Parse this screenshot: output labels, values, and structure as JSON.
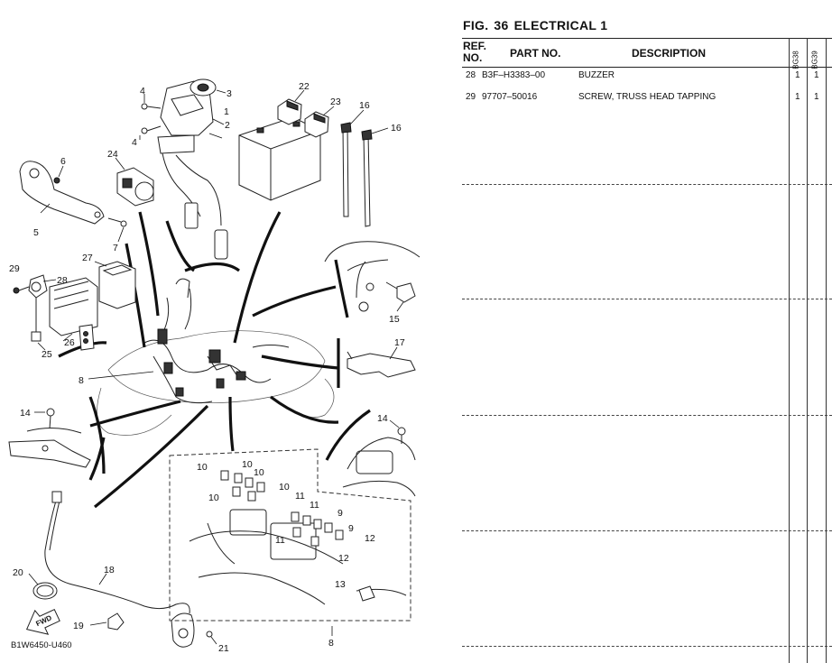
{
  "figure": {
    "label": "FIG.",
    "number": "36",
    "title": "ELECTRICAL 1",
    "drawing_code": "B1W6450-U460",
    "fwd_label": "FWD"
  },
  "table": {
    "headers": {
      "ref_line1": "REF.",
      "ref_line2": "NO.",
      "part_no": "PART NO.",
      "description": "DESCRIPTION",
      "model1": "BG38",
      "model2": "BG39"
    },
    "rows": [
      {
        "ref": "28",
        "part_no": "B3F–H3383–00",
        "description": "BUZZER",
        "qty1": "1",
        "qty2": "1"
      },
      {
        "ref": "29",
        "part_no": "97707–50016",
        "description": "SCREW, TRUSS HEAD TAPPING",
        "qty1": "1",
        "qty2": "1"
      }
    ]
  },
  "callouts": [
    "1",
    "2",
    "3",
    "4",
    "4",
    "5",
    "6",
    "7",
    "8",
    "8",
    "9",
    "9",
    "10",
    "10",
    "10",
    "10",
    "10",
    "11",
    "11",
    "11",
    "12",
    "12",
    "13",
    "14",
    "14",
    "15",
    "16",
    "16",
    "17",
    "18",
    "19",
    "20",
    "21",
    "22",
    "23",
    "24",
    "25",
    "26",
    "27",
    "28",
    "29"
  ]
}
